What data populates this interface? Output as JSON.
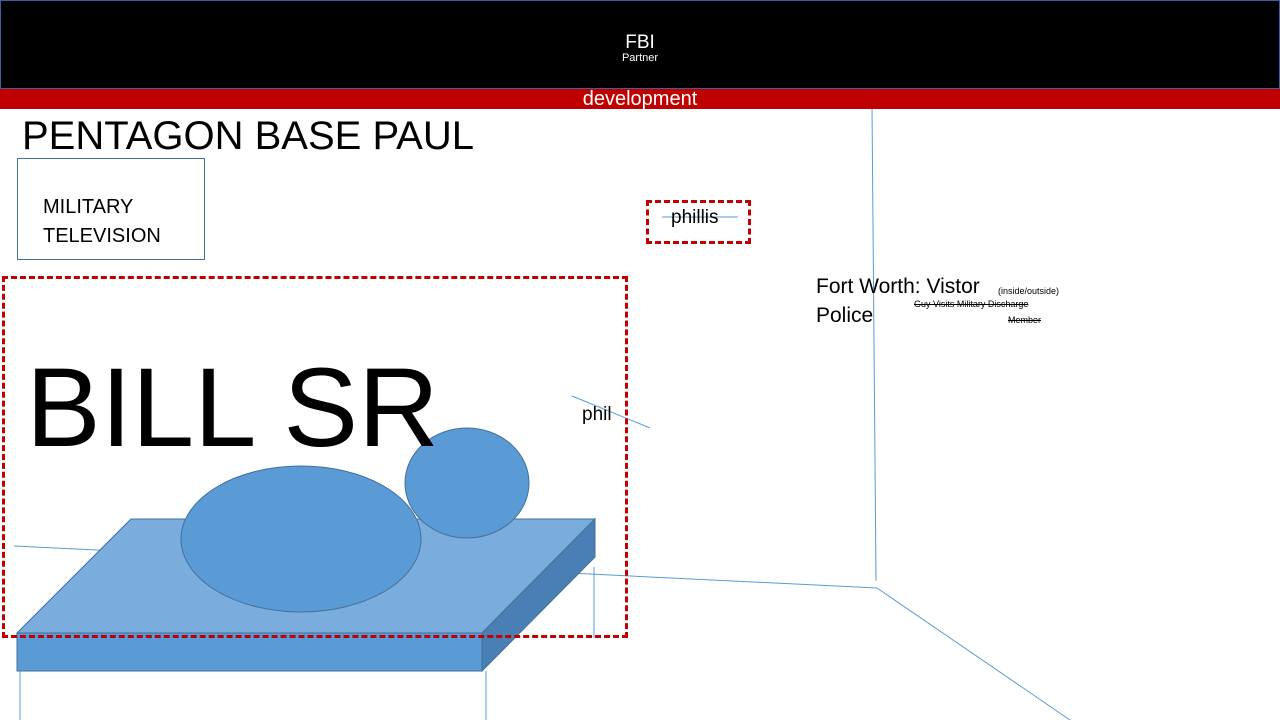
{
  "banner": {
    "title": "FBI",
    "subtitle": "Partner",
    "background": "#000000",
    "text_color": "#ffffff"
  },
  "stripe": {
    "label": "development",
    "color": "#c00000"
  },
  "page_title": "PENTAGON BASE PAUL",
  "tv_box": {
    "line1": "MILITARY",
    "line2": "TELEVISION"
  },
  "labels": {
    "phillis": "phillis",
    "phil": "phil",
    "bill": "BILL SR"
  },
  "fort_worth": {
    "line1": "Fort Worth: Vistor",
    "line2": "Police",
    "note_inside_outside": "(inside/outside)",
    "note_guy": "Guy Visits Military Discharge",
    "note_member": "Member"
  },
  "colors": {
    "shape_fill": "#5b9bd5",
    "shape_top": "#7aaddd",
    "shape_side": "#4a7fb5",
    "shape_stroke": "#41719c",
    "callout_dash": "#c00000",
    "guide_line": "#5b9bd5"
  }
}
